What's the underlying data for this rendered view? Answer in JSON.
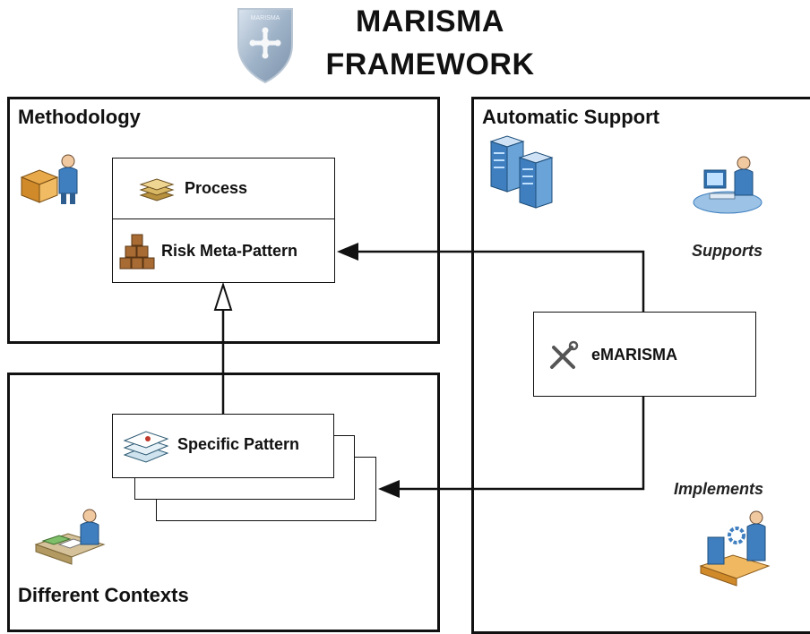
{
  "header": {
    "title_line1": "MARISMA",
    "title_line2": "FRAMEWORK",
    "logo_text": "MARISMA"
  },
  "panels": {
    "methodology": "Methodology",
    "automatic_support": "Automatic Support",
    "different_contexts": "Different Contexts"
  },
  "boxes": {
    "process": "Process",
    "risk_meta_pattern": "Risk Meta-Pattern",
    "specific_pattern": "Specific Pattern",
    "emarisma": "eMARISMA"
  },
  "relations": {
    "supports": "Supports",
    "implements": "Implements"
  },
  "colors": {
    "border": "#111111",
    "logo_shield": "#9fb3c8",
    "icon_blue": "#3f7fbf",
    "icon_brown": "#8a5a2b"
  }
}
